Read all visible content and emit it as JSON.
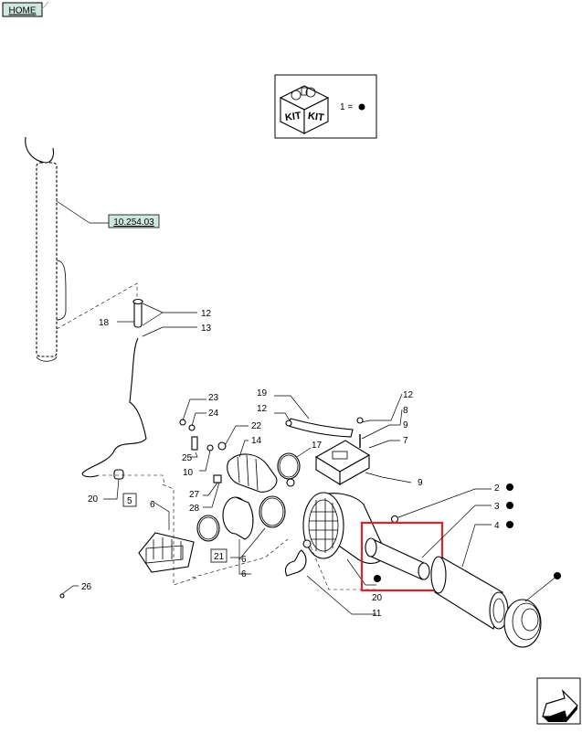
{
  "nav": {
    "home_label": "HOME",
    "ref_link": "10.254.03"
  },
  "kit_legend": {
    "kit_word": "KIT",
    "equation": "1 ="
  },
  "callouts": {
    "n2": "2",
    "n3": "3",
    "n4": "4",
    "n5": "5",
    "n6a": "6",
    "n6b": "6",
    "n6c": "6",
    "n7": "7",
    "n8": "8",
    "n9a": "9",
    "n9b": "9",
    "n10": "10",
    "n11": "11",
    "n12a": "12",
    "n12b": "12",
    "n12c": "12",
    "n13": "13",
    "n14": "14",
    "n17": "17",
    "n18": "18",
    "n19": "19",
    "n20a": "20",
    "n20b": "20",
    "n21": "21",
    "n22": "22",
    "n23": "23",
    "n24": "24",
    "n25": "25",
    "n26": "26",
    "n27": "27",
    "n28": "28"
  },
  "colors": {
    "highlight": "#d8262c",
    "home_button_bg": "#cfe8df",
    "link_box_bg": "#cfe8df"
  },
  "icons": {
    "next_page": "arrow-next-page-icon",
    "kit": "kit-box-icon"
  }
}
